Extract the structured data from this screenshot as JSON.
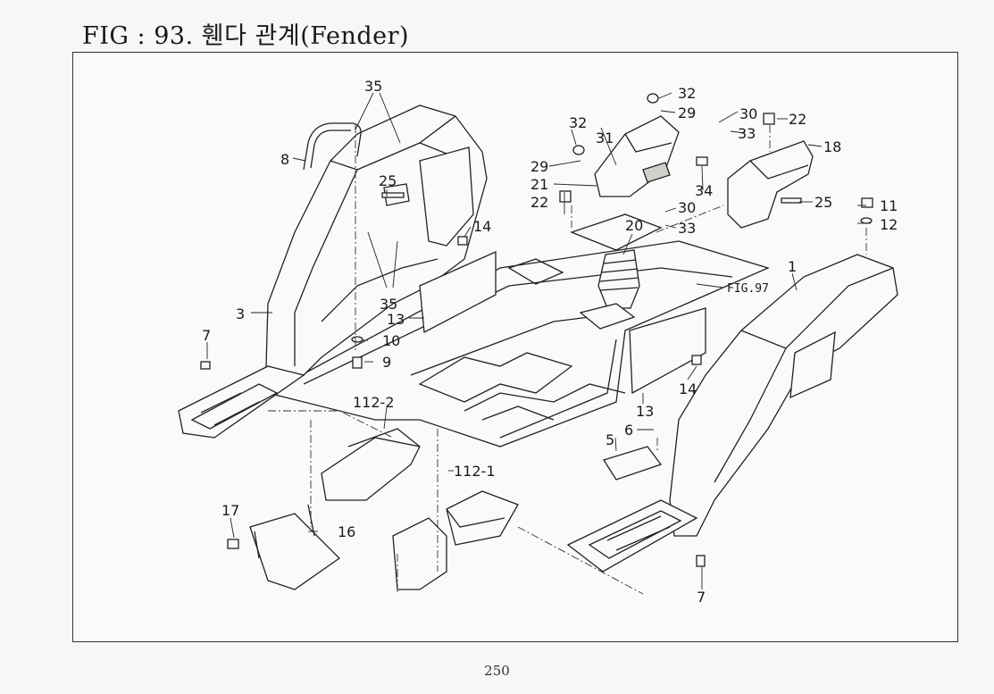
{
  "page": {
    "title": "FIG : 93. 휀다 관계(Fender)",
    "page_number": "250"
  },
  "callouts": {
    "c1": "1",
    "c3": "3",
    "c5": "5",
    "c6": "6",
    "c7a": "7",
    "c7b": "7",
    "c8": "8",
    "c9": "9",
    "c10": "10",
    "c11": "11",
    "c12": "12",
    "c13a": "13",
    "c13b": "13",
    "c14a": "14",
    "c14b": "14",
    "c16": "16",
    "c17": "17",
    "c18": "18",
    "c20": "20",
    "c21": "21",
    "c22a": "22",
    "c22b": "22",
    "c25a": "25",
    "c25b": "25",
    "c29a": "29",
    "c29b": "29",
    "c30a": "30",
    "c30b": "30",
    "c31": "31",
    "c32a": "32",
    "c32b": "32",
    "c33a": "33",
    "c33b": "33",
    "c34": "34",
    "c35a": "35",
    "c35b": "35",
    "c112_1": "112-1",
    "c112_2": "112-2",
    "fig97": "FIG.97"
  }
}
